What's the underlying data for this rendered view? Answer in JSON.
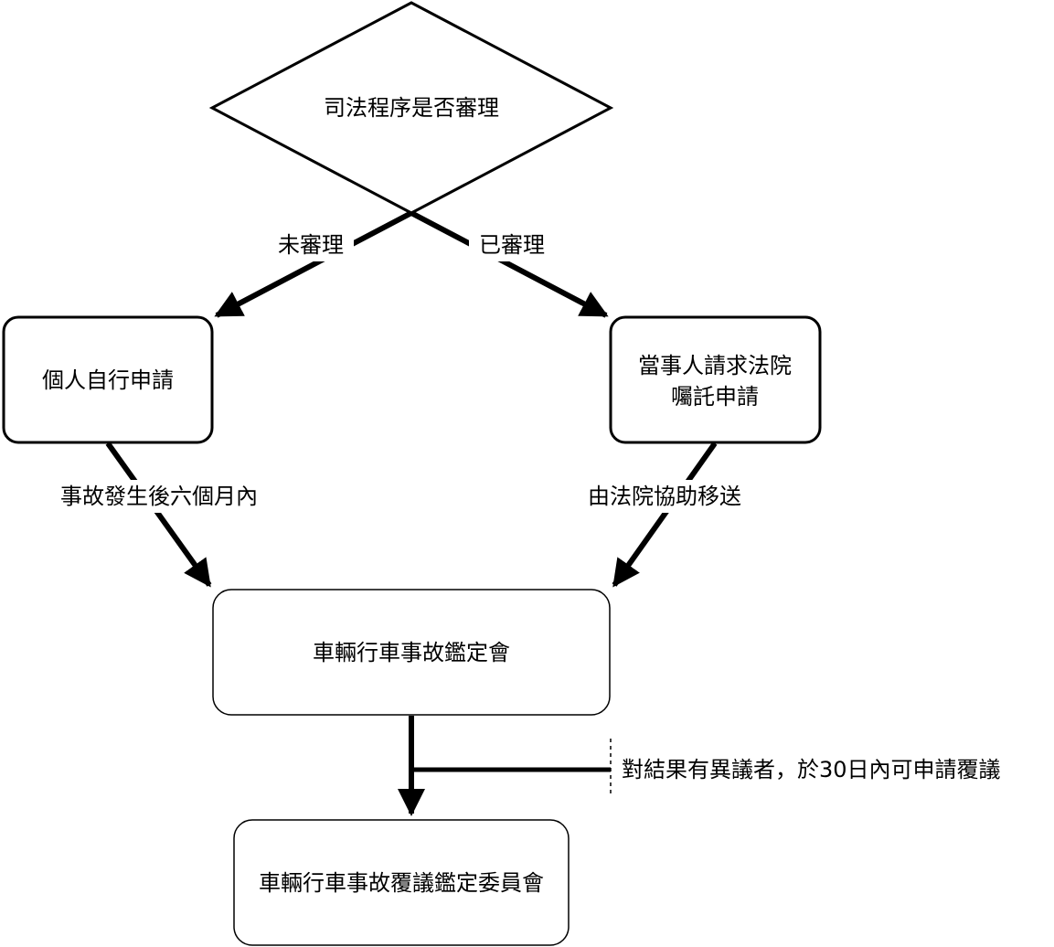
{
  "nodes": {
    "decision": "司法程序是否審理",
    "personal": "個人自行申請",
    "court_line1": "當事人請求法院",
    "court_line2": "囑託申請",
    "committee": "車輛行車事故鑑定會",
    "review": "車輛行車事故覆議鑑定委員會"
  },
  "edges": {
    "not_tried": "未審理",
    "tried": "已審理",
    "within_six_months": "事故發生後六個月內",
    "court_transfer": "由法院協助移送",
    "appeal_note": "對結果有異議者，於30日內可申請覆議"
  }
}
